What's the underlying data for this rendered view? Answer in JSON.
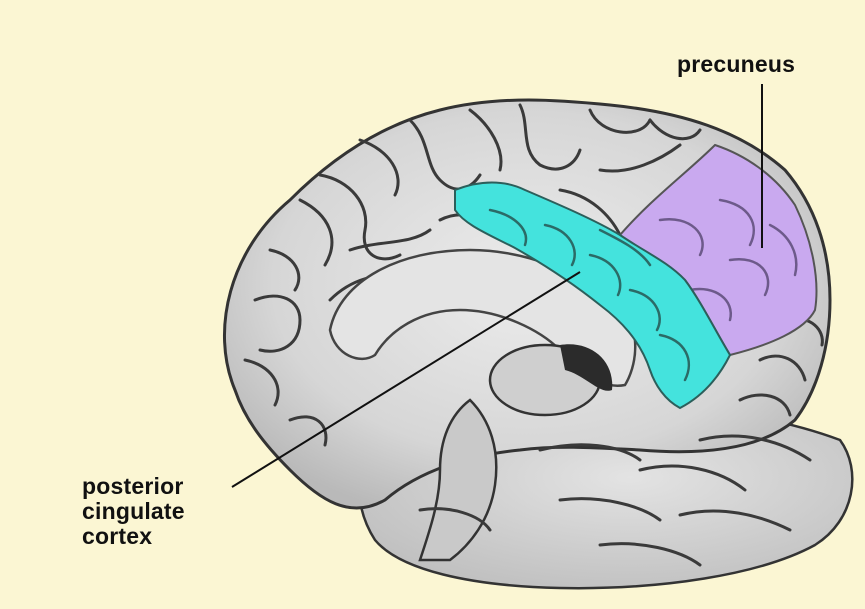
{
  "labels": {
    "precuneus": "precuneus",
    "posterior_cingulate_cortex": [
      "posterior",
      "cingulate",
      "cortex"
    ]
  },
  "colors": {
    "background": "#fbf6d3",
    "precuneus_region": "#c9a9ef",
    "posterior_cingulate_region": "#44e3dd",
    "brain_tissue": "#d8d8d8",
    "label_line": "#111111"
  }
}
